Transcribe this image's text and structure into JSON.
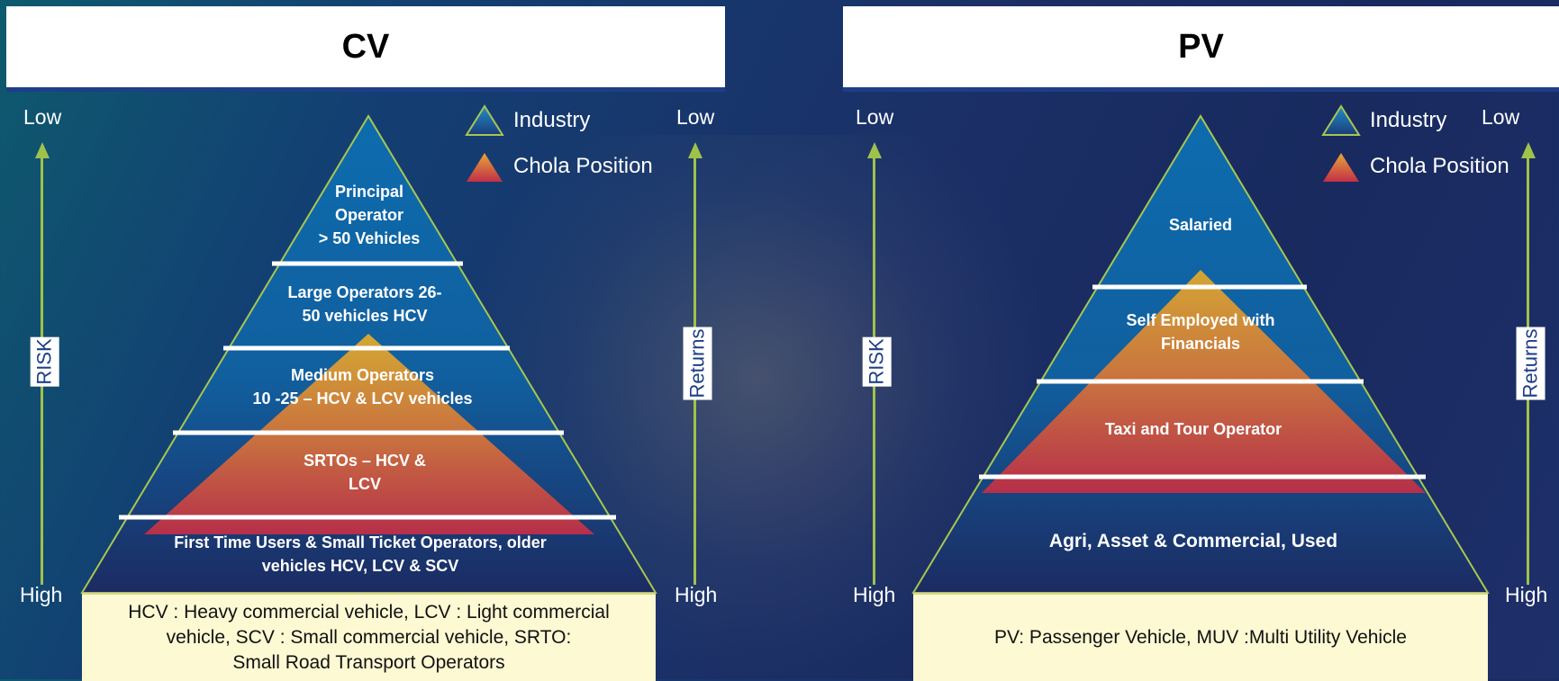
{
  "cv": {
    "title": "CV",
    "risk_axis": {
      "top": "Low",
      "bottom": "High",
      "label": "RISK"
    },
    "returns_axis": {
      "top": "Low",
      "bottom": "High",
      "label": "Returns"
    },
    "legend": {
      "industry": "Industry",
      "chola": "Chola Position"
    },
    "tiers": [
      {
        "line1": "Principal",
        "line2": "Operator",
        "line3": "> 50 Vehicles"
      },
      {
        "line1": "Large Operators 26-",
        "line2": "50 vehicles HCV"
      },
      {
        "line1": "Medium Operators",
        "line2": "10 -25 – HCV & LCV vehicles"
      },
      {
        "line1": "SRTOs – HCV &",
        "line2": "LCV"
      },
      {
        "line1": "First Time Users & Small Ticket Operators, older",
        "line2": "vehicles HCV, LCV & SCV"
      }
    ],
    "note": {
      "line1": "HCV : Heavy commercial vehicle, LCV : Light commercial",
      "line2": "vehicle,  SCV : Small commercial vehicle, SRTO:",
      "line3": "Small Road Transport Operators"
    }
  },
  "pv": {
    "title": "PV",
    "risk_axis": {
      "top": "Low",
      "bottom": "High",
      "label": "RISK"
    },
    "returns_axis": {
      "top": "Low",
      "bottom": "High",
      "label": "Returns"
    },
    "legend": {
      "industry": "Industry",
      "chola": "Chola Position"
    },
    "tiers": [
      {
        "line1": "Salaried"
      },
      {
        "line1": "Self Employed with",
        "line2": "Financials"
      },
      {
        "line1": "Taxi and Tour Operator"
      },
      {
        "line1": "Agri, Asset & Commercial, Used"
      }
    ],
    "note": {
      "line1": "PV: Passenger Vehicle, MUV :Multi Utility Vehicle"
    }
  },
  "colors": {
    "industry_top": "#0d6cae",
    "industry_bottom": "#1c2b62",
    "chola_top": "#d3a534",
    "chola_bottom": "#b62f4a",
    "outline": "#a8c64f",
    "axis": "#9fc24a",
    "note_bg": "#fdf9d3"
  }
}
